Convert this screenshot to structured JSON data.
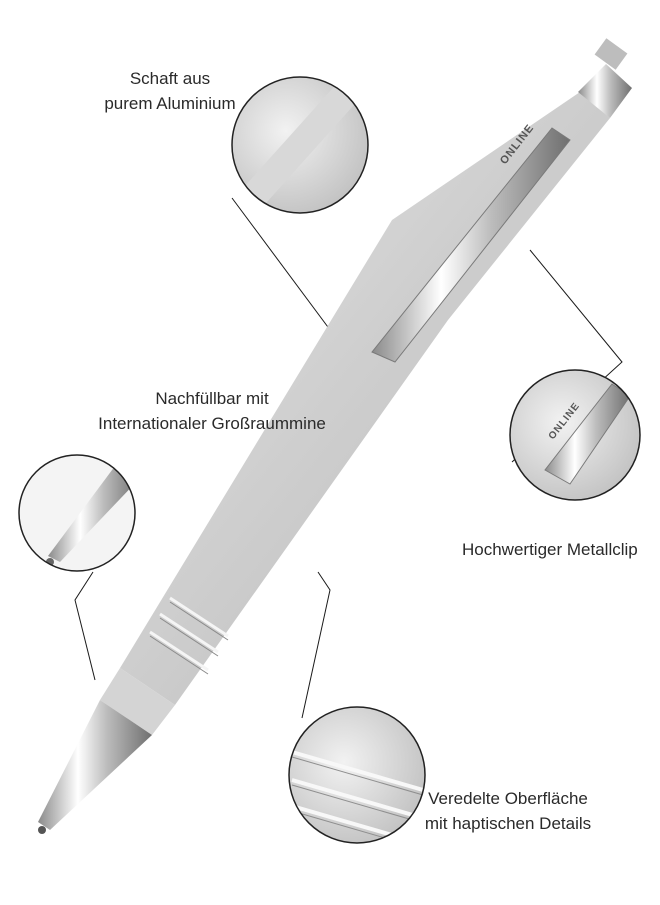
{
  "callouts": {
    "aluminium": {
      "line1": "Schaft aus",
      "line2": "purem Aluminium"
    },
    "refill": {
      "line1": "Nachfüllbar mit",
      "line2": "Internationaler Großraummine"
    },
    "clip": {
      "line1": "Hochwertiger Metallclip"
    },
    "surface": {
      "line1": "Veredelte Oberfläche",
      "line2": "mit haptischen Details"
    }
  },
  "brand": {
    "clip_text": "ONLINE"
  },
  "colors": {
    "background": "#ffffff",
    "barrel": "#c9c9c9",
    "chrome": "#e6e6e6",
    "leader_line": "#1a1a1a",
    "label_text": "#2a2a2a"
  }
}
